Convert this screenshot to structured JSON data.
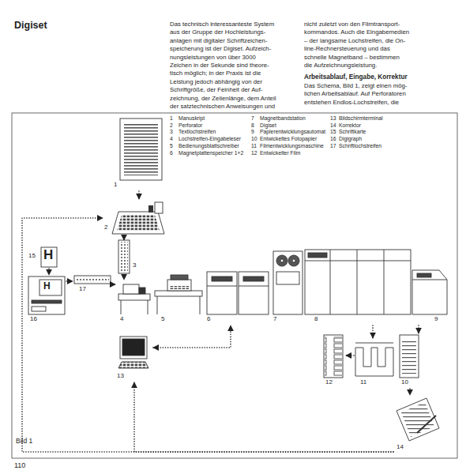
{
  "diagram": {
    "title": "Digiset",
    "caption": "Bild 1",
    "nodes": [
      {
        "text": [
          "1"
        ]
      },
      {
        "text": [
          "2"
        ]
      },
      {
        "text": [
          "3"
        ]
      },
      {
        "text": [
          "4"
        ]
      },
      {
        "text": [
          "5"
        ]
      },
      {
        "text": [
          "6"
        ]
      },
      {
        "text": [
          "7"
        ]
      },
      {
        "text": [
          "8"
        ]
      },
      {
        "text": [
          "9"
        ]
      },
      {
        "text": [
          "10"
        ]
      },
      {
        "text": [
          "11"
        ]
      },
      {
        "text": [
          "12"
        ]
      },
      {
        "text": [
          "13"
        ]
      },
      {
        "text": [
          "14"
        ]
      },
      {
        "text": [
          "15",
          "H"
        ]
      },
      {
        "text": [
          "H",
          "16"
        ]
      },
      {
        "text": [
          "17"
        ]
      }
    ],
    "edges": [
      {
        "from": 0,
        "to": 1,
        "arrow": "to"
      },
      {
        "from": 1,
        "to": 2,
        "arrow": "to"
      },
      {
        "from": 2,
        "to": 3,
        "arrow": "to"
      },
      {
        "from": 14,
        "to": 15,
        "arrow": "to"
      },
      {
        "from": 15,
        "to": 16,
        "arrow": "to"
      },
      {
        "from": 16,
        "to": 3,
        "arrow": "to"
      },
      {
        "from": 12,
        "to": 5,
        "arrow": "both"
      },
      {
        "from": 7,
        "to": 10,
        "arrow": "to"
      },
      {
        "from": 10,
        "to": 11,
        "arrow": "to"
      },
      {
        "from": 8,
        "to": 9,
        "arrow": "to"
      },
      {
        "from": 9,
        "to": 13,
        "arrow": "to"
      },
      {
        "from": 13,
        "to": 12,
        "arrow": "to"
      },
      {
        "from": 13,
        "to": 1,
        "arrow": "to"
      }
    ],
    "labels": [
      "Das technisch interessanteste System",
      "aus der Gruppe der Hochleistungs-",
      "anlagen mit digitaler Schriftzeichen-",
      "speicherung ist der Digiset. Aufzeich-",
      "nungsleistungen von über 3000",
      "Zeichen in der Sekunde sind theore-",
      "tisch möglich; in der Praxis ist die",
      "Leistung jedoch abhängig von der",
      "Schriftgröße, der Feinheit der Auf-",
      "zeichnung, der Zeilenlänge, dem Anteil",
      "der satztechnischen Anweisungen und",
      "nicht zuletzt von den Filmtransport-",
      "kommandos. Auch die Eingabemedien",
      "– der langsame Lochstreifen, die On-",
      "line-Rechnersteuerung und das",
      "schnelle Magnetband – bestimmen",
      "die Aufzeichnungsleistung.",
      "Arbeitsablauf, Eingabe, Korrektur",
      "Das Schema, Bild 1, zeigt einen mög-",
      "lichen Arbeitsablauf. Auf Perforatoren",
      "entstehen Endlos-Lochstreifen, die",
      "1",
      "Manuskript",
      "2",
      "Perforator",
      "3",
      "Textlochstreifen",
      "4",
      "Lochstreifen-Eingabeleser",
      "5",
      "Bedienungsblattschreiber",
      "6",
      "Magnetplattenspeicher 1+2",
      "7",
      "Magnetbandstation",
      "8",
      "Digiset",
      "9",
      "Papierentwicklungsautomat",
      "10",
      "Entwickeltes Fotopapier",
      "11",
      "Filmentwicklungsmaschine",
      "12",
      "Entwickelter Film",
      "13",
      "Bildschirmterminal",
      "14",
      "Korrektor",
      "15",
      "Schriftkarte",
      "16",
      "Digigraph",
      "17",
      "Schriftlochstreifen",
      "110"
    ]
  }
}
